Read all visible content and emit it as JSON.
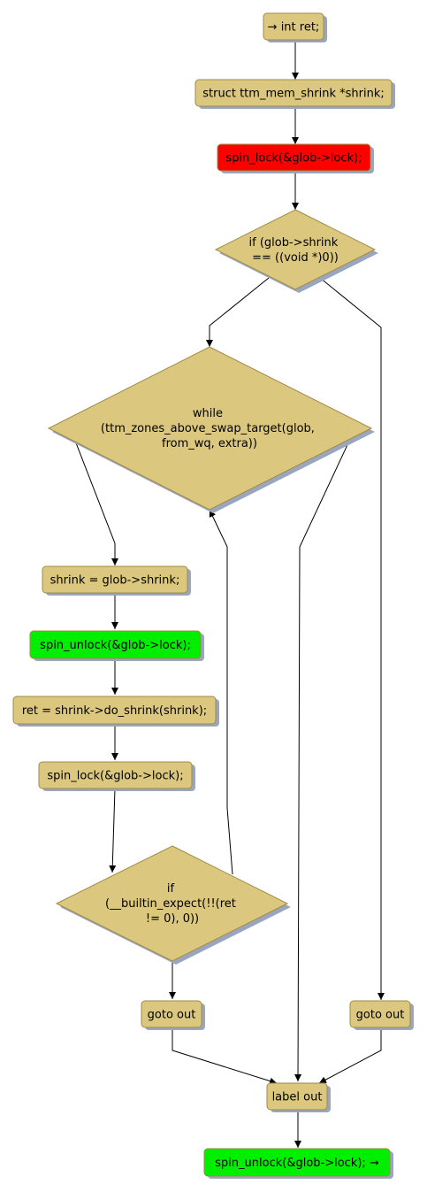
{
  "colors": {
    "default_fill": "#dbc87e",
    "lock_fill": "#ff0000",
    "unlock_fill": "#00ee00",
    "border": "#a08a45",
    "shadow": "#9aa6bf",
    "edge": "#000000"
  },
  "nodes": {
    "int_ret": "→ int ret;",
    "struct_shrink": "struct ttm_mem_shrink *shrink;",
    "spin_lock_1": "spin_lock(&glob->lock);",
    "if_shrink_null": [
      "if (glob->shrink",
      "== ((void *)0))"
    ],
    "while_cond": [
      "while",
      "(ttm_zones_above_swap_target(glob,",
      "from_wq, extra))"
    ],
    "shrink_assign": "shrink = glob->shrink;",
    "spin_unlock_1": "spin_unlock(&glob->lock);",
    "ret_assign": "ret = shrink->do_shrink(shrink);",
    "spin_lock_2": "spin_lock(&glob->lock);",
    "if_builtin": [
      "if",
      "(__builtin_expect(!!(ret",
      "!= 0), 0))"
    ],
    "goto_out_left": "goto out",
    "goto_out_right": "goto out",
    "label_out": "label out",
    "spin_unlock_final": "spin_unlock(&glob->lock); →"
  }
}
